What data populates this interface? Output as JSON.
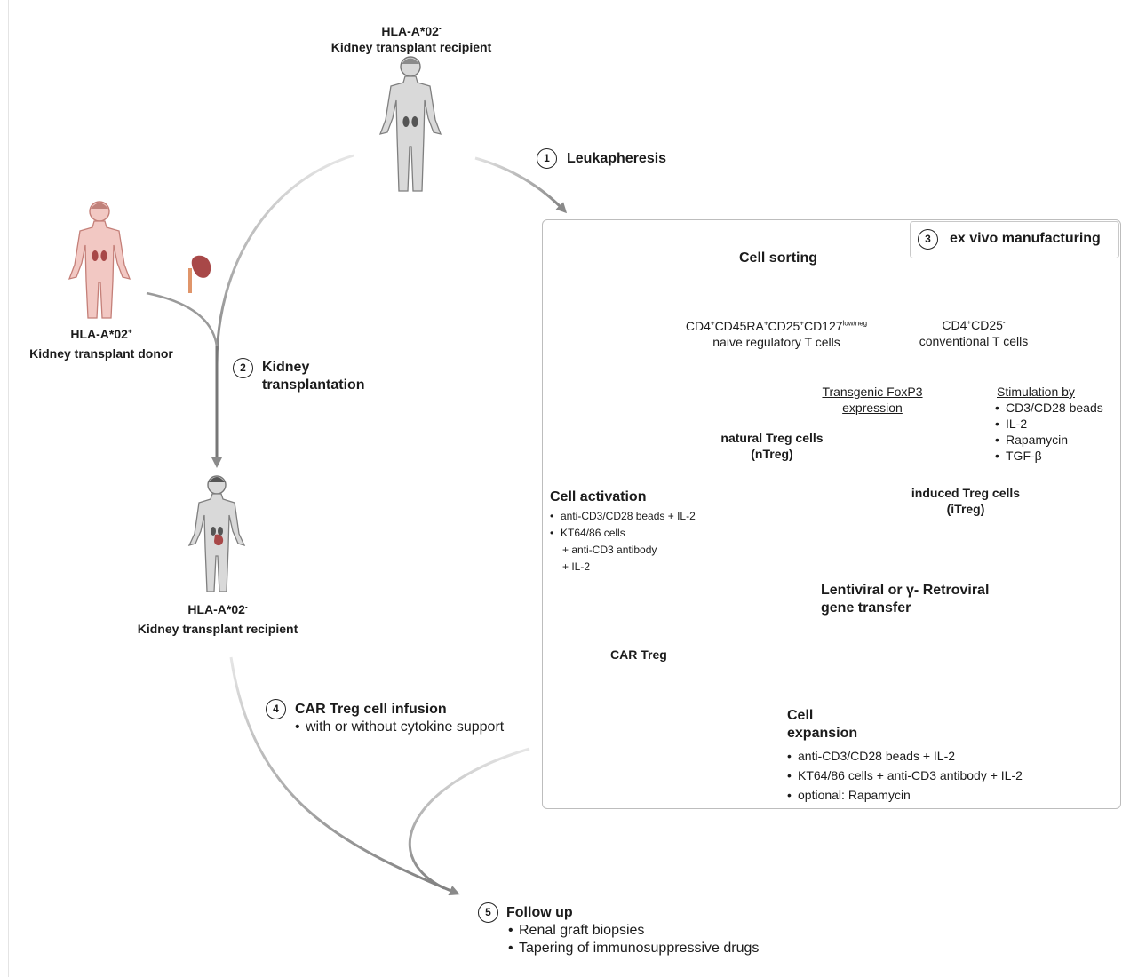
{
  "recipient_top": {
    "label_prefix": "HLA-A*02",
    "label_sup": "-",
    "label_sub": "Kidney transplant recipient"
  },
  "donor": {
    "label_prefix": "HLA-A*02",
    "label_sup": "+",
    "label_sub": "Kidney transplant donor"
  },
  "recipient_bottom": {
    "label_prefix": "HLA-A*02",
    "label_sup": "-",
    "label_sub": "Kidney transplant recipient"
  },
  "steps": {
    "s1": {
      "num": "1",
      "title": "Leukapheresis"
    },
    "s2": {
      "num": "2",
      "title_line1": "Kidney",
      "title_line2": "transplantation"
    },
    "s3": {
      "num": "3",
      "title": "ex vivo manufacturing"
    },
    "s4": {
      "num": "4",
      "title": "CAR Treg cell infusion",
      "bullets": [
        "with or without cytokine support"
      ]
    },
    "s5": {
      "num": "5",
      "title": "Follow up",
      "bullets": [
        "Renal graft biopsies",
        "Tapering of immunosuppressive drugs"
      ]
    }
  },
  "manufacturing": {
    "cell_sorting": "Cell sorting",
    "naive": {
      "p1": "CD4",
      "s1": "+",
      "p2": "CD45RA",
      "s2": "+",
      "p3": "CD25",
      "s3": "+",
      "p4": "CD127",
      "s4": "low/neg",
      "line2": "naive regulatory T cells"
    },
    "conventional": {
      "p1": "CD4",
      "s1": "+",
      "p2": "CD25",
      "s2": "-",
      "line2": "conventional T cells"
    },
    "transgenic": {
      "line1": "Transgenic FoxP3",
      "line2": "expression"
    },
    "stimulation": {
      "title": "Stimulation by",
      "items": [
        "CD3/CD28 beads",
        "IL-2",
        "Rapamycin",
        "TGF-β"
      ]
    },
    "ntreg": {
      "line1": "natural Treg cells",
      "line2": "(nTreg)"
    },
    "itreg": {
      "line1": "induced Treg cells",
      "line2": "(iTreg)"
    },
    "activation": {
      "title": "Cell activation",
      "items": [
        "anti-CD3/CD28 beads + IL-2",
        "KT64/86 cells",
        "+ anti-CD3 antibody",
        "+ IL-2"
      ]
    },
    "gene_transfer": {
      "line1": "Lentiviral or γ- Retroviral",
      "line2": "gene transfer"
    },
    "car_treg": "CAR Treg",
    "expansion": {
      "line1": "Cell",
      "line2": "expansion",
      "items": [
        "anti-CD3/CD28 beads + IL-2",
        "KT64/86 cells + anti-CD3 antibody + IL-2",
        "optional: Rapamycin"
      ]
    }
  },
  "colors": {
    "cell_dark": "#6f6f6f",
    "cell_light": "#bdbdbd",
    "body_grey": "#d6d6d6",
    "body_pink": "#f2c8c3",
    "kidney": "#a84848",
    "car": "#a01c1c",
    "flask": "#e06060",
    "cap": "#3c7fd0",
    "arrow": "#8a8a8a"
  }
}
